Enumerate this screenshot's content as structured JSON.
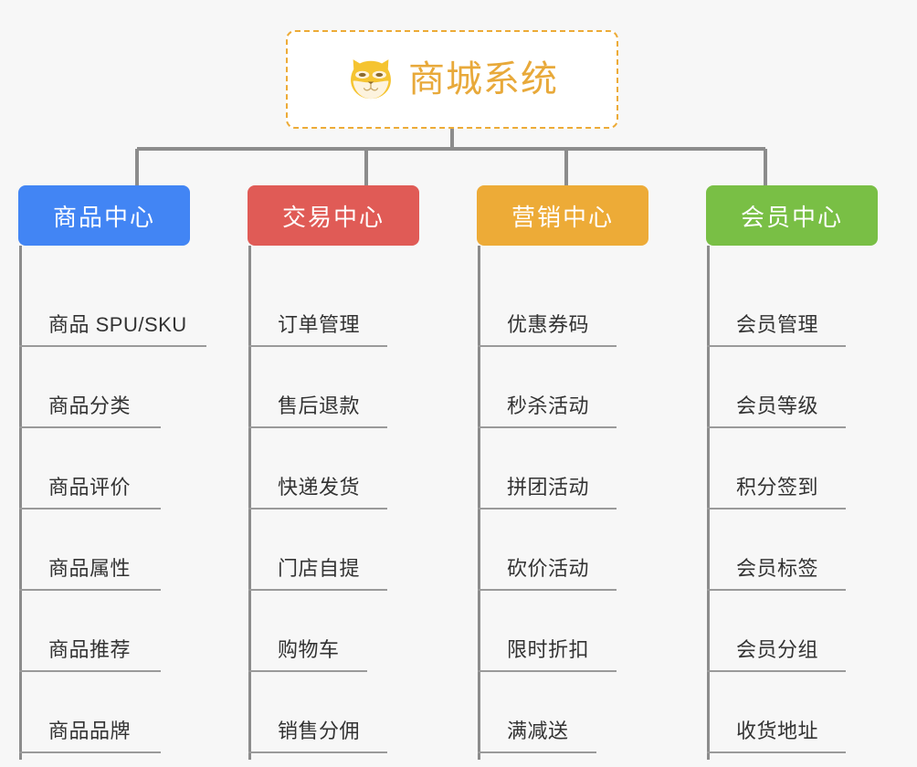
{
  "root": {
    "title": "商城系统",
    "icon": "shiba-dog-icon",
    "border_color": "#edab37",
    "text_color": "#e8a93a"
  },
  "branches": [
    {
      "label": "商品中心",
      "color": "#4285f4",
      "items": [
        "商品 SPU/SKU",
        "商品分类",
        "商品评价",
        "商品属性",
        "商品推荐",
        "商品品牌"
      ]
    },
    {
      "label": "交易中心",
      "color": "#e05b56",
      "items": [
        "订单管理",
        "售后退款",
        "快递发货",
        "门店自提",
        "购物车",
        "销售分佣"
      ]
    },
    {
      "label": "营销中心",
      "color": "#edab37",
      "items": [
        "优惠券码",
        "秒杀活动",
        "拼团活动",
        "砍价活动",
        "限时折扣",
        "满减送"
      ]
    },
    {
      "label": "会员中心",
      "color": "#79bf45",
      "items": [
        "会员管理",
        "会员等级",
        "积分签到",
        "会员标签",
        "会员分组",
        "收货地址"
      ]
    }
  ],
  "connector_color": "#8c8c8c",
  "background_color": "#f7f7f7"
}
